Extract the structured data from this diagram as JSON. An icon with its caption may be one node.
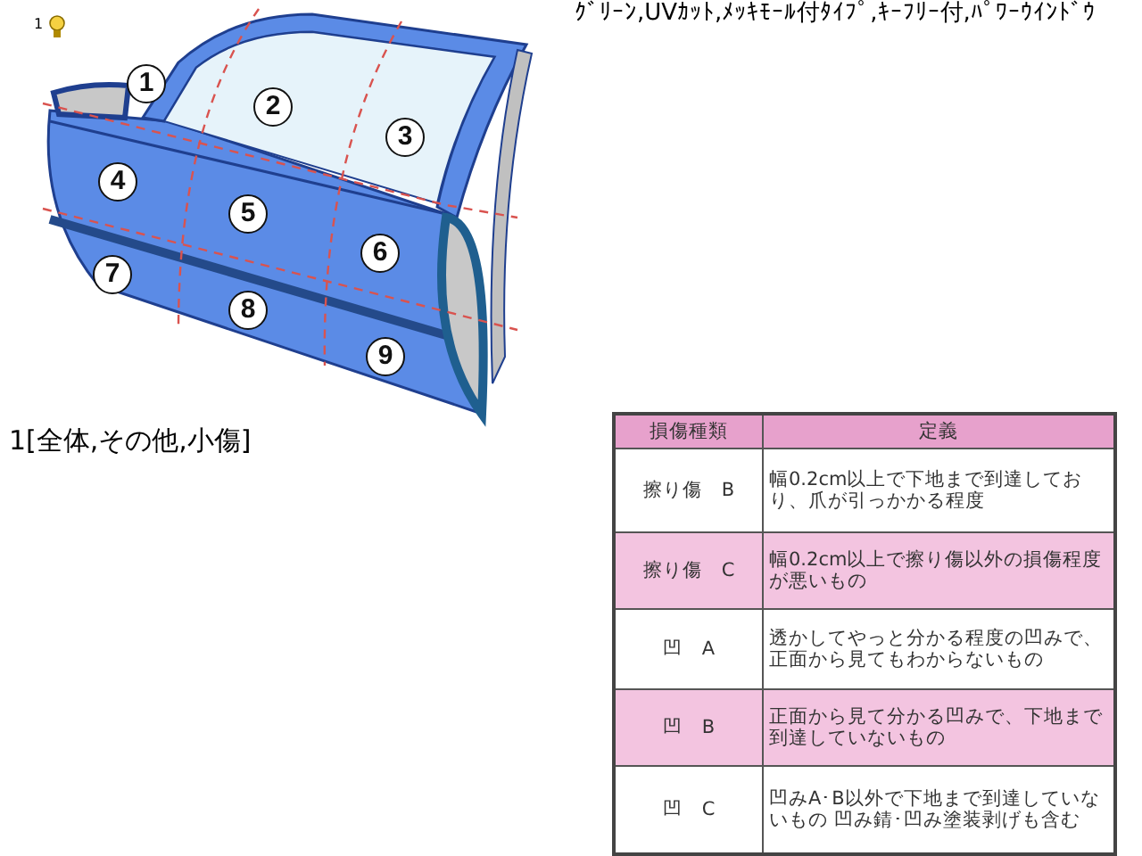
{
  "diagram": {
    "labels": [
      "1",
      "1",
      "2",
      "3",
      "4",
      "5",
      "6",
      "7",
      "8",
      "9",
      "ｸﾞﾘｰﾝ,UVｶｯﾄ,ﾒｯｷﾓｰﾙ付ﾀｲﾌﾟ,ｷｰﾌﾘｰ付,ﾊﾟﾜｰｳｲﾝﾄﾞｳ",
      "1[全体,その他,小傷]",
      "損傷種類",
      "定義",
      "擦り傷　B",
      "幅0.2cm以上で下地まで到達しており、爪が引っかかる程度",
      "擦り傷　C",
      "幅0.2cm以上で擦り傷以外の損傷程度が悪いもの",
      "凹　A",
      "透かしてやっと分かる程度の凹みで、正面から見てもわからないもの",
      "凹　B",
      "正面から見て分かる凹みで、下地まで到達していないもの",
      "凹　C",
      "凹みA･B以外で下地まで到達していないもの 凹み錆･凹み塗装剥げも含む"
    ]
  }
}
